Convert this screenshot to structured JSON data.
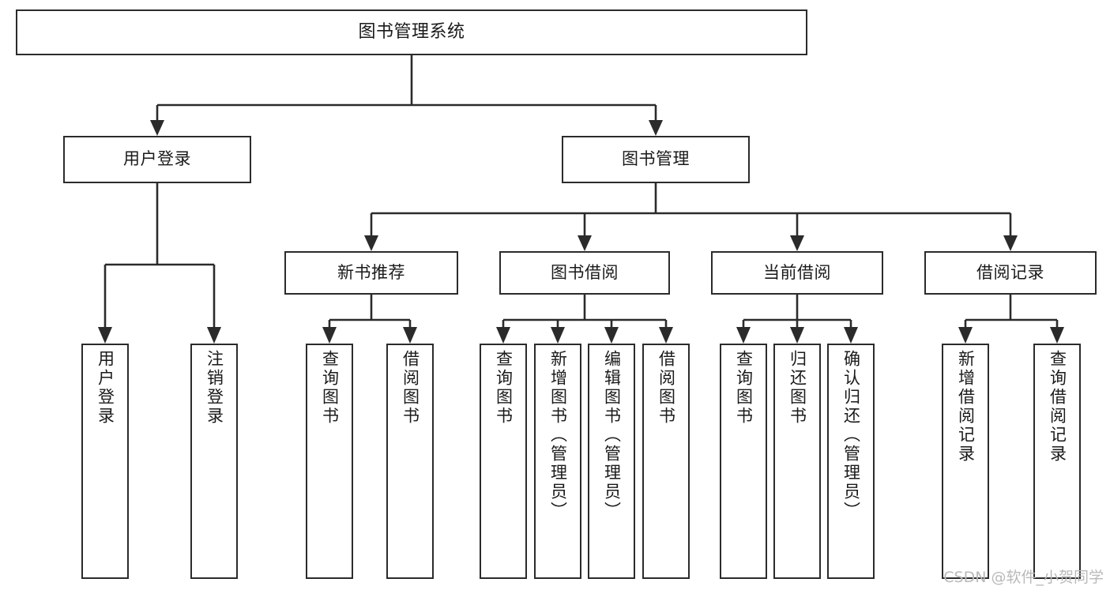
{
  "diagram": {
    "type": "tree",
    "title": "图书管理系统",
    "orientation": "top-down",
    "colors": {
      "background": "#ffffff",
      "box_fill": "#ffffff",
      "stroke": "#2b2b2b",
      "text": "#1a1a1a",
      "watermark": "#b9b9b9"
    },
    "root": {
      "label": "图书管理系统"
    },
    "level2": [
      {
        "label": "用户登录"
      },
      {
        "label": "图书管理"
      }
    ],
    "level3": [
      {
        "label": "新书推荐"
      },
      {
        "label": "图书借阅"
      },
      {
        "label": "当前借阅"
      },
      {
        "label": "借阅记录"
      }
    ],
    "leaves": {
      "user_login": [
        {
          "label": "用户登录"
        },
        {
          "label": "注销登录"
        }
      ],
      "new_book_recommend": [
        {
          "label": "查询图书"
        },
        {
          "label": "借阅图书"
        }
      ],
      "book_borrow": [
        {
          "label": "查询图书"
        },
        {
          "label": "新增图书（管理员）"
        },
        {
          "label": "编辑图书（管理员）"
        },
        {
          "label": "借阅图书"
        }
      ],
      "current_borrow": [
        {
          "label": "查询图书"
        },
        {
          "label": "归还图书"
        },
        {
          "label": "确认归还（管理员）"
        }
      ],
      "borrow_record": [
        {
          "label": "新增借阅记录"
        },
        {
          "label": "查询借阅记录"
        }
      ]
    }
  },
  "watermark": {
    "text": "CSDN @软件_小贺同学"
  }
}
